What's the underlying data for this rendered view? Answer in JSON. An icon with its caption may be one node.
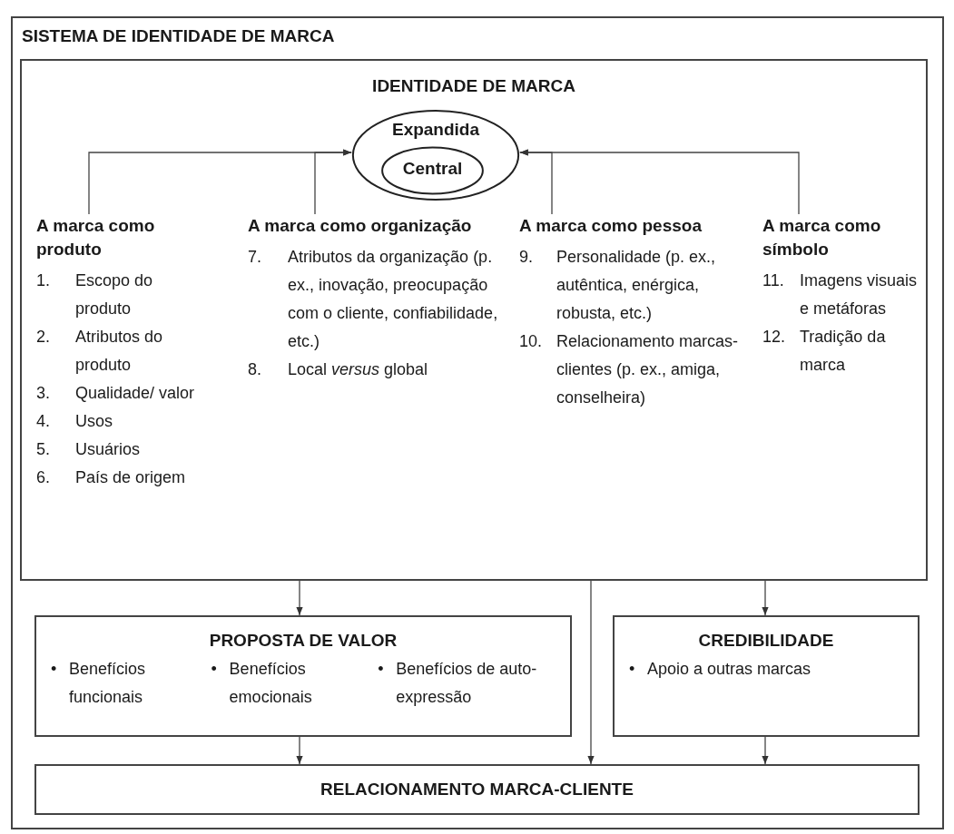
{
  "diagram": {
    "nodes": [
      {
        "text": [
          "SISTEMA DE IDENTIDADE DE MARCA"
        ]
      },
      {
        "text": [
          "IDENTIDADE DE MARCA"
        ],
        "in": 0
      },
      {
        "text": [
          "Expandida"
        ],
        "in": 1
      },
      {
        "text": [
          "Central"
        ],
        "in": 2
      },
      {
        "text": [
          "A marca como produto",
          "1. Escopo do produto",
          "2. Atributos do produto",
          "3. Qualidade/ valor",
          "4. Usos",
          "5. Usuários",
          "6. País de origem"
        ],
        "in": 1
      },
      {
        "text": [
          "A marca como organização",
          "7. Atributos da organização (p. ex., inovação, preocupação com o cliente, confiabilidade, etc.)",
          "8. Local *versus* global"
        ],
        "in": 1
      },
      {
        "text": [
          "A marca como pessoa",
          "9. Personalidade (p. ex., autêntica, enérgica, robusta, etc.)",
          "10. Relacionamento marcas-clientes (p. ex., amiga, conselheira)"
        ],
        "in": 1
      },
      {
        "text": [
          "A marca como símbolo",
          "11. Imagens visuais e metáforas",
          "12. Tradição da marca"
        ],
        "in": 1
      },
      {
        "text": [
          "PROPOSTA DE VALOR",
          "• Benefícios funcionais",
          "• Benefícios emocionais",
          "• Benefícios de auto-expressão"
        ],
        "in": 0
      },
      {
        "text": [
          "CREDIBILIDADE",
          "• Apoio a outras marcas"
        ],
        "in": 0
      },
      {
        "text": [
          "RELACIONAMENTO MARCA-CLIENTE"
        ],
        "in": 0
      }
    ],
    "edges": [
      {
        "from": 4,
        "to": 2,
        "arrow": "to"
      },
      {
        "from": 5,
        "to": 2,
        "arrow": "to"
      },
      {
        "from": 6,
        "to": 2,
        "arrow": "to"
      },
      {
        "from": 7,
        "to": 2,
        "arrow": "to"
      },
      {
        "from": 1,
        "to": 8,
        "arrow": "to"
      },
      {
        "from": 1,
        "to": 9,
        "arrow": "to"
      },
      {
        "from": 1,
        "to": 10,
        "arrow": "to"
      },
      {
        "from": 8,
        "to": 10,
        "arrow": "to"
      },
      {
        "from": 9,
        "to": 10,
        "arrow": "to"
      }
    ]
  }
}
